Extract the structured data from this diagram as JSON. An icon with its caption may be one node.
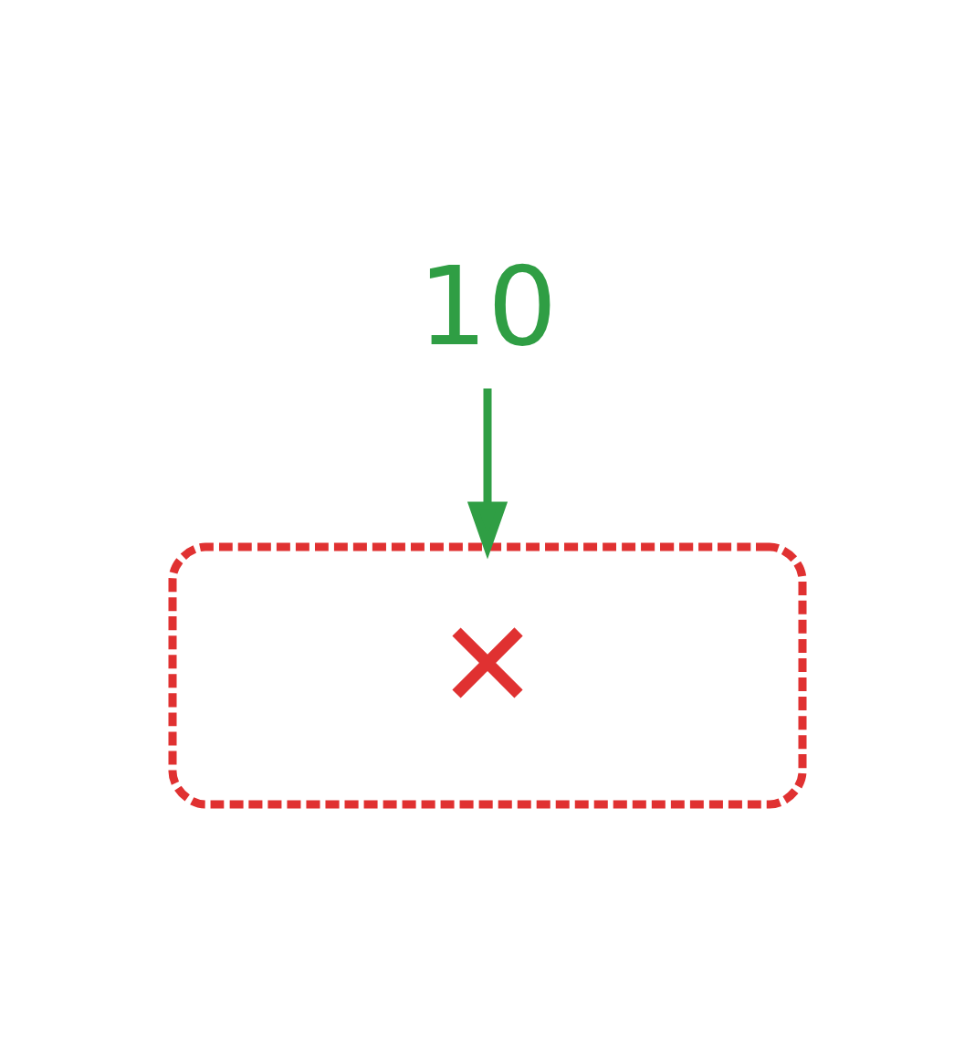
{
  "diagram": {
    "nodes": [
      {
        "text": [
          "10"
        ]
      },
      {
        "text": [
          "✕"
        ]
      }
    ],
    "edges": [
      {
        "from": 0,
        "to": 1,
        "arrow": "to",
        "color": "#2f9e44"
      }
    ]
  }
}
